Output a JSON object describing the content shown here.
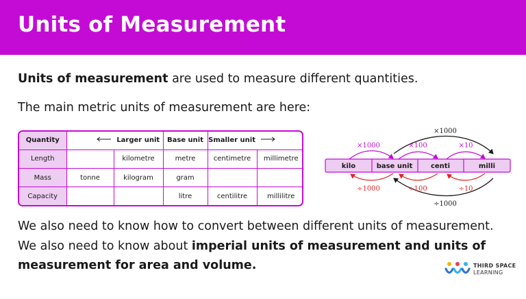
{
  "header": {
    "title": "Units of Measurement"
  },
  "intro": {
    "bold": "Units of measurement",
    "rest": " are used to measure different quantities."
  },
  "main_units_line": "The main metric units of measurement are here:",
  "table": {
    "header": {
      "quantity": "Quantity",
      "larger": "Larger unit",
      "base": "Base unit",
      "smaller": "Smaller unit"
    },
    "rows": [
      {
        "label": "Length",
        "cells": [
          "",
          "kilometre",
          "metre",
          "centimetre",
          "millimetre"
        ]
      },
      {
        "label": "Mass",
        "cells": [
          "tonne",
          "kilogram",
          "gram",
          "",
          ""
        ]
      },
      {
        "label": "Capacity",
        "cells": [
          "",
          "",
          "litre",
          "centilitre",
          "millilitre"
        ]
      }
    ]
  },
  "diagram": {
    "boxes": [
      "kilo",
      "base unit",
      "centi",
      "milli"
    ],
    "multiply": [
      "×1000",
      "×100",
      "×10"
    ],
    "multiply_outer": "×1000",
    "divide": [
      "÷1000",
      "÷100",
      "÷10"
    ],
    "divide_outer": "÷1000",
    "colors": {
      "box_fill": "#eecdf2",
      "box_border": "#c40bd6",
      "multiply": "#c40bd6",
      "divide": "#e0242b",
      "outer": "#1a1a1a"
    }
  },
  "footer": {
    "line1": "We also need to know how to convert between different units of measurement.",
    "line2_plain": "We also need to know about ",
    "line2_bold": "imperial units of measurement and units of",
    "line3_bold": "measurement for area and volume."
  },
  "brand": {
    "line1": "THIRD SPACE",
    "line2": "LEARNING",
    "icon": "third-space-logo"
  },
  "colors": {
    "accent": "#c40bd6",
    "table_label_bg": "#eecdf2",
    "text": "#1a1a1a"
  }
}
